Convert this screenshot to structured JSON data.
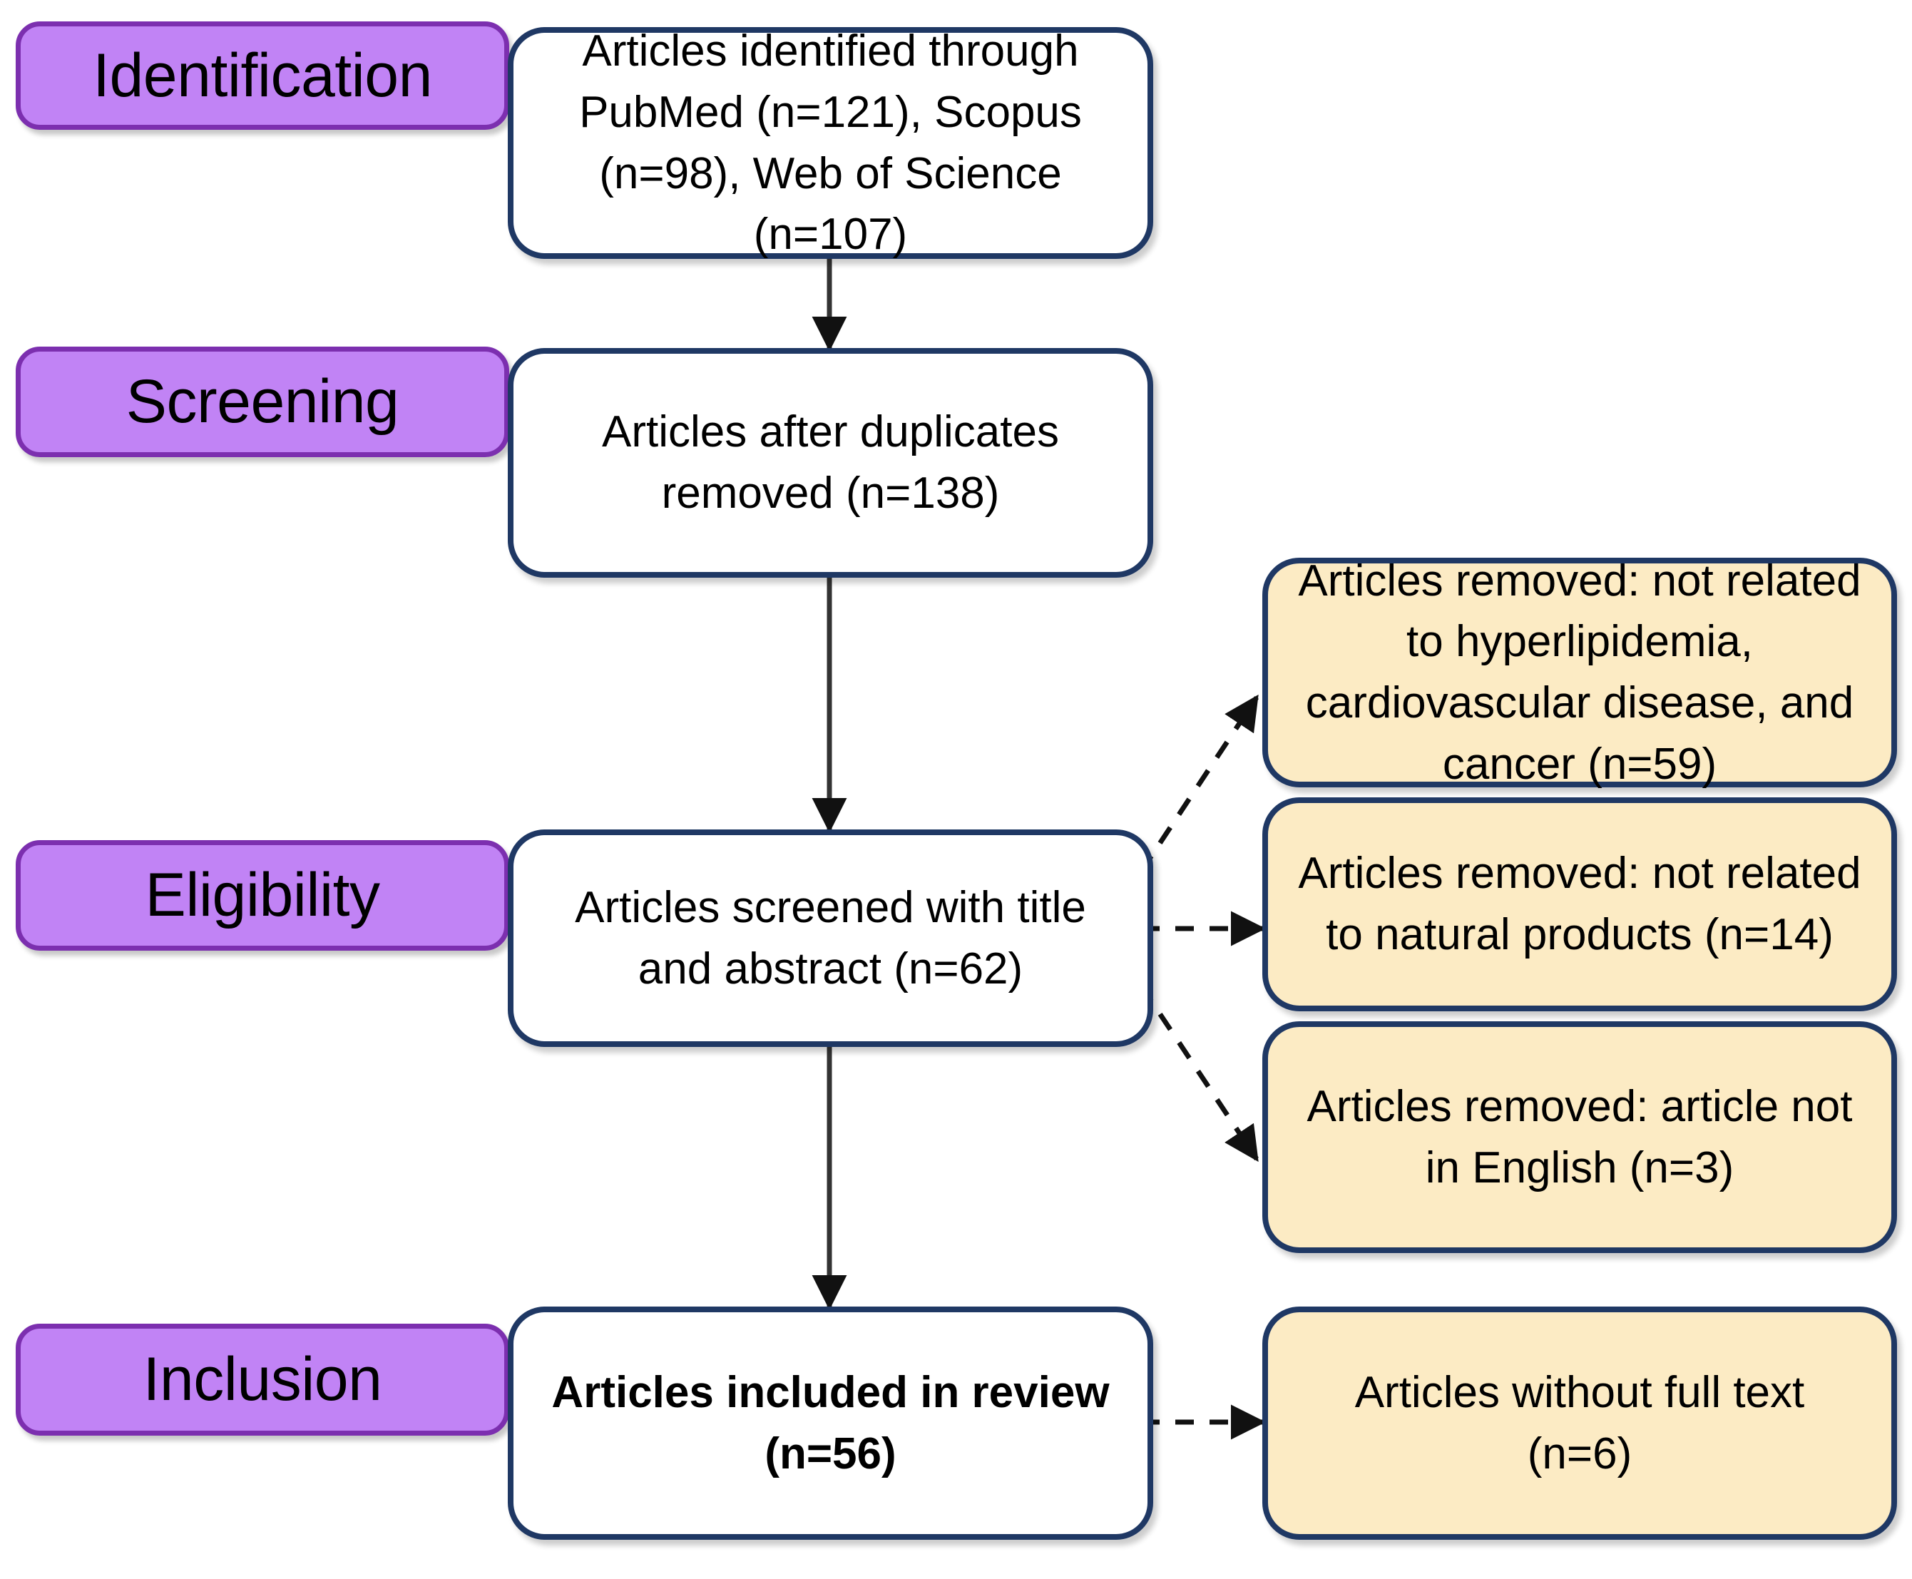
{
  "diagram": {
    "title": "PRISMA article selection flow diagram",
    "colors": {
      "stage_fill": "#C183F5",
      "stage_border": "#7C2FAF",
      "box_fill": "#FFFFFF",
      "box_border": "#1F3864",
      "exclusion_fill": "#FCEBC4",
      "connector": "#000000",
      "background": "#FFFFFF"
    }
  },
  "stages": [
    {
      "id": "identification",
      "label": "Identification"
    },
    {
      "id": "screening",
      "label": "Screening"
    },
    {
      "id": "eligibility",
      "label": "Eligibility"
    },
    {
      "id": "inclusion",
      "label": "Inclusion"
    }
  ],
  "flow_boxes": [
    {
      "id": "identified",
      "text": "Articles identified through PubMed (n=121), Scopus (n=98), Web of Science (n=107)",
      "bold": false
    },
    {
      "id": "after-duplicates",
      "text": "Articles after duplicates removed (n=138)",
      "bold": false
    },
    {
      "id": "screened",
      "text": "Articles screened with title and abstract (n=62)",
      "bold": false
    },
    {
      "id": "included",
      "text": "Articles included in review (n=56)",
      "bold": true
    }
  ],
  "exclusion_boxes": [
    {
      "id": "not-related-topic",
      "text": "Articles removed: not related to hyperlipidemia, cardiovascular disease, and cancer (n=59)"
    },
    {
      "id": "not-natural-products",
      "text": "Articles removed: not related to natural products (n=14)"
    },
    {
      "id": "not-english",
      "text": "Articles removed: article not in English (n=3)"
    },
    {
      "id": "no-full-text",
      "text": "Articles without full text (n=6)"
    }
  ],
  "counts": {
    "pubmed": 121,
    "scopus": 98,
    "web_of_science": 107,
    "after_duplicates": 138,
    "screened_title_abstract": 62,
    "removed_not_related_topic": 59,
    "removed_not_natural_products": 14,
    "removed_not_english": 3,
    "without_full_text": 6,
    "included_in_review": 56
  },
  "connectors": [
    {
      "id": "identified-to-duplicates",
      "style": "solid",
      "from": "identified",
      "to": "after-duplicates"
    },
    {
      "id": "duplicates-to-screened",
      "style": "solid",
      "from": "after-duplicates",
      "to": "screened"
    },
    {
      "id": "screened-to-included",
      "style": "solid",
      "from": "screened",
      "to": "included"
    },
    {
      "id": "screened-to-topic",
      "style": "dashed",
      "from": "screened",
      "to": "not-related-topic"
    },
    {
      "id": "screened-to-natural",
      "style": "dashed",
      "from": "screened",
      "to": "not-natural-products"
    },
    {
      "id": "screened-to-english",
      "style": "dashed",
      "from": "screened",
      "to": "not-english"
    },
    {
      "id": "included-to-fulltext",
      "style": "dashed",
      "from": "included",
      "to": "no-full-text"
    }
  ]
}
